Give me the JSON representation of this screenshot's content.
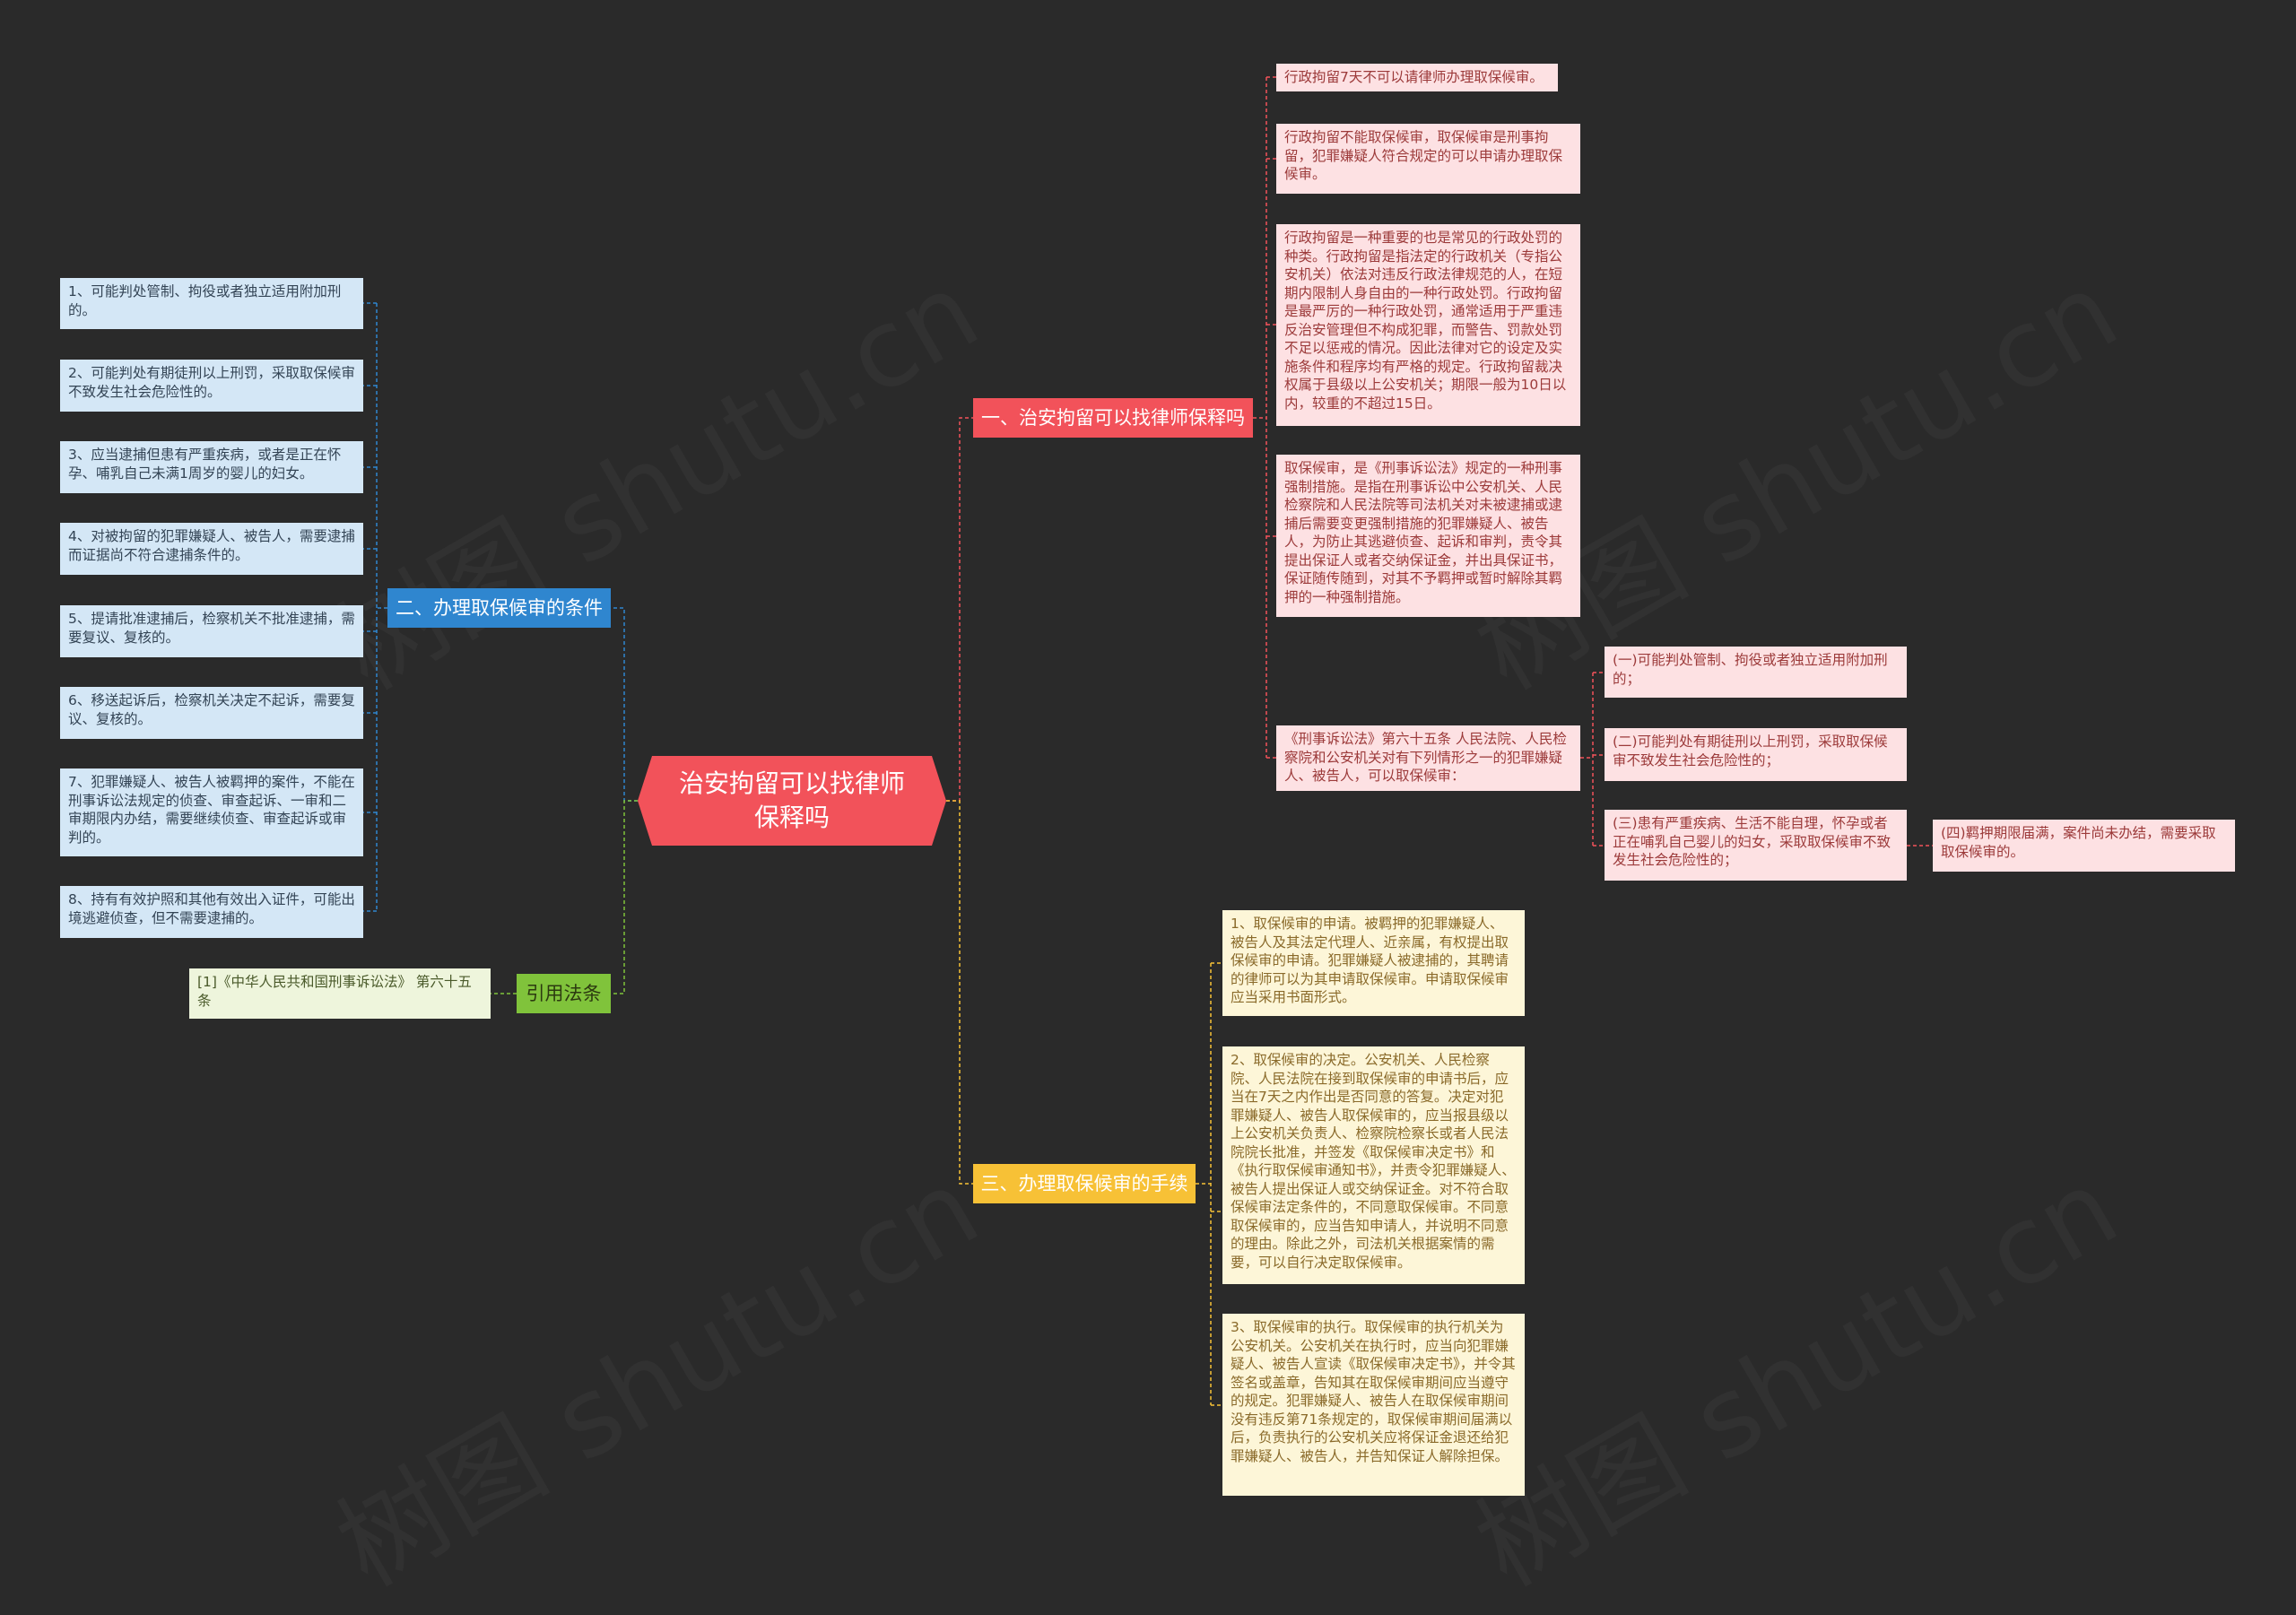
{
  "center": {
    "title": "治安拘留可以找律师保释吗"
  },
  "branch1": {
    "label": "一、治安拘留可以找律师保释吗",
    "items": [
      "行政拘留7天不可以请律师办理取保候审。",
      "行政拘留不能取保候审，取保候审是刑事拘留，犯罪嫌疑人符合规定的可以申请办理取保候审。",
      "行政拘留是一种重要的也是常见的行政处罚的种类。行政拘留是指法定的行政机关（专指公安机关）依法对违反行政法律规范的人，在短期内限制人身自由的一种行政处罚。行政拘留是最严厉的一种行政处罚，通常适用于严重违反治安管理但不构成犯罪，而警告、罚款处罚不足以惩戒的情况。因此法律对它的设定及实施条件和程序均有严格的规定。行政拘留裁决权属于县级以上公安机关；期限一般为10日以内，较重的不超过15日。",
      "取保候审，是《刑事诉讼法》规定的一种刑事强制措施。是指在刑事诉讼中公安机关、人民检察院和人民法院等司法机关对未被逮捕或逮捕后需要变更强制措施的犯罪嫌疑人、被告人，为防止其逃避侦查、起诉和审判，责令其提出保证人或者交纳保证金，并出具保证书，保证随传随到，对其不予羁押或暂时解除其羁押的一种强制措施。",
      "《刑事诉讼法》第六十五条 人民法院、人民检察院和公安机关对有下列情形之一的犯罪嫌疑人、被告人，可以取保候审："
    ],
    "sub": [
      "(一)可能判处管制、拘役或者独立适用附加刑的；",
      "(二)可能判处有期徒刑以上刑罚，采取取保候审不致发生社会危险性的；",
      "(三)患有严重疾病、生活不能自理，怀孕或者正在哺乳自己婴儿的妇女，采取取保候审不致发生社会危险性的；"
    ],
    "subsub": "(四)羁押期限届满，案件尚未办结，需要采取取保候审的。"
  },
  "branch2": {
    "label": "二、办理取保候审的条件",
    "items": [
      "1、可能判处管制、拘役或者独立适用附加刑的。",
      "2、可能判处有期徒刑以上刑罚，采取取保候审不致发生社会危险性的。",
      "3、应当逮捕但患有严重疾病，或者是正在怀孕、哺乳自己未满1周岁的婴儿的妇女。",
      "4、对被拘留的犯罪嫌疑人、被告人，需要逮捕而证据尚不符合逮捕条件的。",
      "5、提请批准逮捕后，检察机关不批准逮捕，需要复议、复核的。",
      "6、移送起诉后，检察机关决定不起诉，需要复议、复核的。",
      "7、犯罪嫌疑人、被告人被羁押的案件，不能在刑事诉讼法规定的侦查、审查起诉、一审和二审期限内办结，需要继续侦查、审查起诉或审判的。",
      "8、持有有效护照和其他有效出入证件，可能出境逃避侦查，但不需要逮捕的。"
    ]
  },
  "branch3": {
    "label": "三、办理取保候审的手续",
    "items": [
      "1、取保候审的申请。被羁押的犯罪嫌疑人、被告人及其法定代理人、近亲属，有权提出取保候审的申请。犯罪嫌疑人被逮捕的，其聘请的律师可以为其申请取保候审。申请取保候审应当采用书面形式。",
      "2、取保候审的决定。公安机关、人民检察院、人民法院在接到取保候审的申请书后，应当在7天之内作出是否同意的答复。决定对犯罪嫌疑人、被告人取保候审的，应当报县级以上公安机关负责人、检察院检察长或者人民法院院长批准，并签发《取保候审决定书》和《执行取保候审通知书》，并责令犯罪嫌疑人、被告人提出保证人或交纳保证金。对不符合取保候审法定条件的，不同意取保候审。不同意取保候审的，应当告知申请人，并说明不同意的理由。除此之外，司法机关根据案情的需要，可以自行决定取保候审。",
      "3、取保候审的执行。取保候审的执行机关为公安机关。公安机关在执行时，应当向犯罪嫌疑人、被告人宣读《取保候审决定书》，并令其签名或盖章，告知其在取保候审期间应当遵守的规定。犯罪嫌疑人、被告人在取保候审期间没有违反第71条规定的，取保候审期间届满以后，负责执行的公安机关应将保证金退还给犯罪嫌疑人、被告人，并告知保证人解除担保。"
    ]
  },
  "branch4": {
    "label": "引用法条",
    "items": [
      "[1]《中华人民共和国刑事诉讼法》 第六十五条"
    ]
  },
  "colors": {
    "background": "#2a2a2a",
    "red": "#f2525a",
    "blue": "#2f86cf",
    "yellow": "#f7c136",
    "green": "#80c33b"
  }
}
